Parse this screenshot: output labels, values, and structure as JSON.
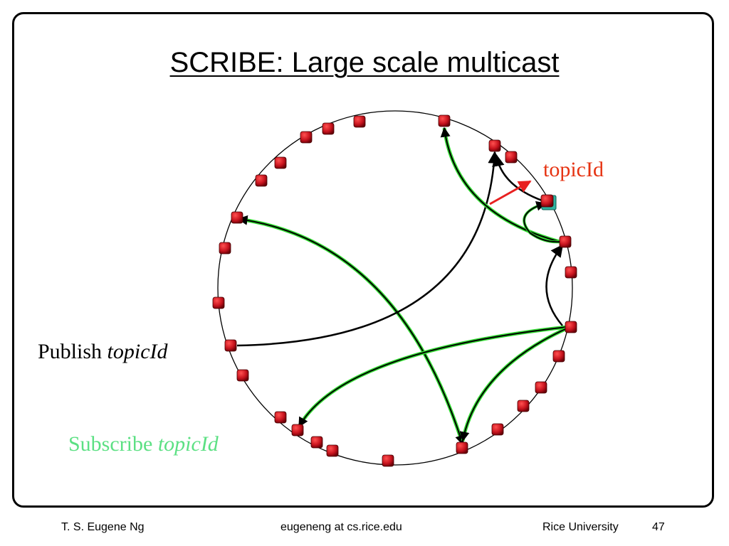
{
  "slide": {
    "title": "SCRIBE: Large scale multicast",
    "labels": {
      "topic": "topicId",
      "publish_word": "Publish",
      "publish_topic": "topicId",
      "subscribe_word": "Subscribe",
      "subscribe_topic": "topicId"
    }
  },
  "footer": {
    "author": "T. S. Eugene Ng",
    "email": "eugeneng at cs.rice.edu",
    "institution": "Rice University",
    "page": "47"
  },
  "colors": {
    "node": "#c8141e",
    "node_highlight": "#2fb3a0",
    "topic_label": "#e63312",
    "subscribe_label": "#5ce083",
    "path_green": "#33dd33",
    "arrow_red": "#e82020"
  }
}
